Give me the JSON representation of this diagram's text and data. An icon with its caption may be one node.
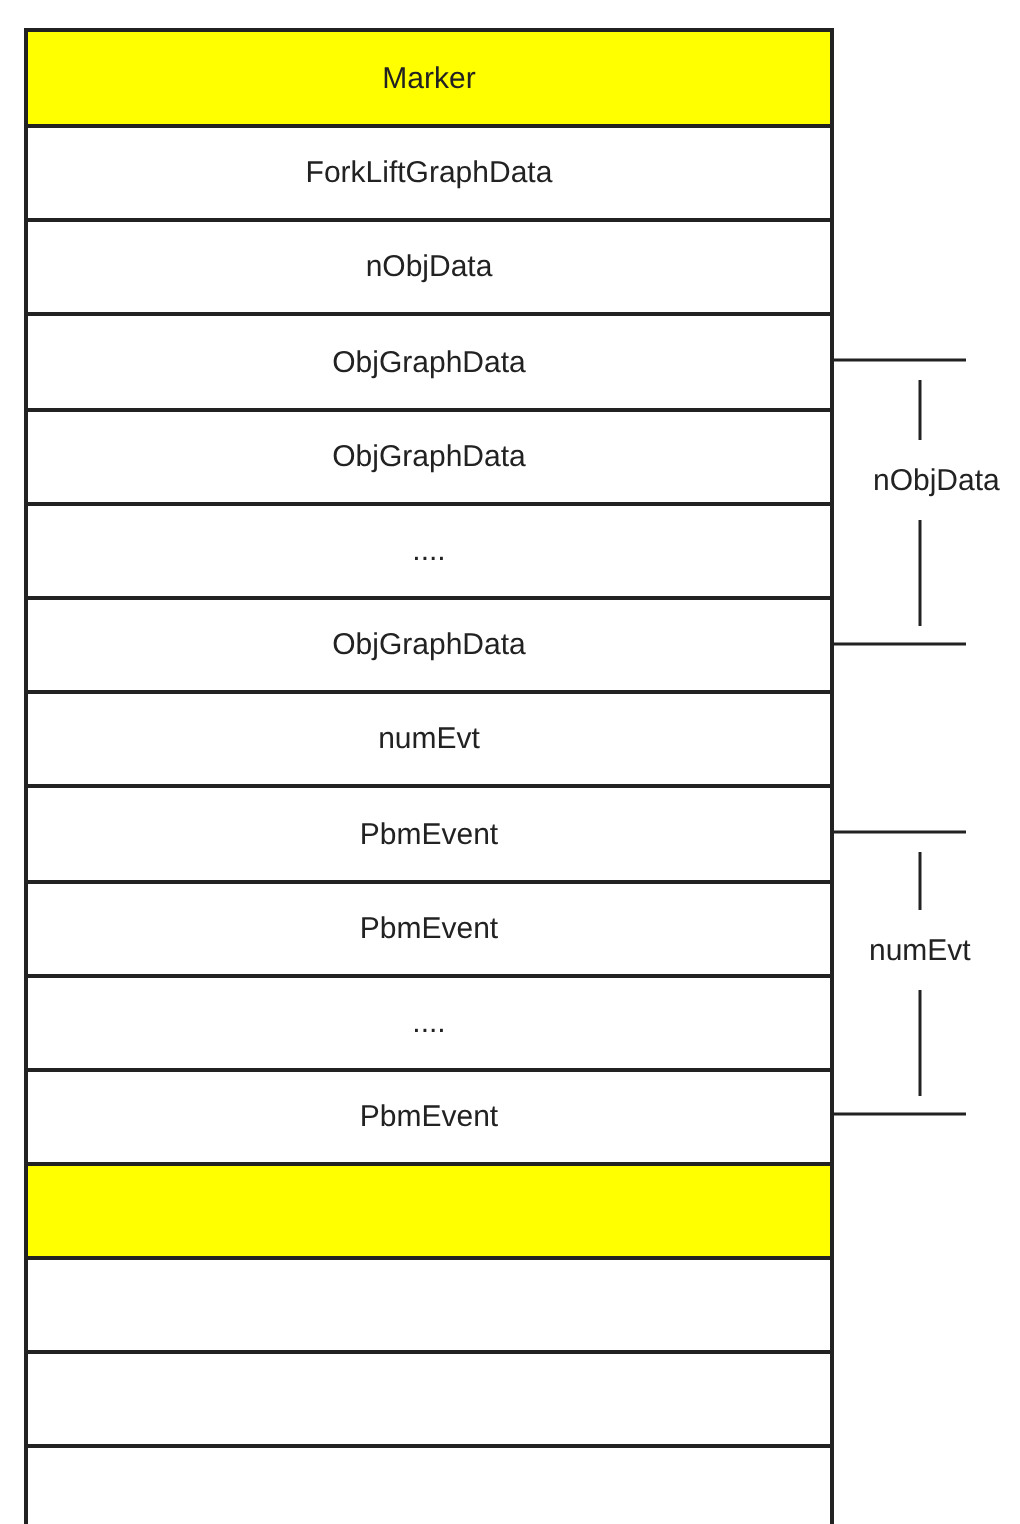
{
  "diagram": {
    "nodes": [
      {
        "text": [
          "Marker"
        ]
      },
      {
        "text": [
          "ForkLiftGraphData"
        ]
      },
      {
        "text": [
          "nObjData"
        ]
      },
      {
        "text": [
          "ObjGraphData"
        ]
      },
      {
        "text": [
          "ObjGraphData"
        ]
      },
      {
        "text": [
          "...."
        ]
      },
      {
        "text": [
          "ObjGraphData"
        ]
      },
      {
        "text": [
          "numEvt"
        ]
      },
      {
        "text": [
          "PbmEvent"
        ]
      },
      {
        "text": [
          "PbmEvent"
        ]
      },
      {
        "text": [
          "...."
        ]
      },
      {
        "text": [
          "PbmEvent"
        ]
      },
      {
        "text": [],
        "shape": "box"
      },
      {
        "text": [],
        "shape": "box"
      },
      {
        "text": [],
        "shape": "box"
      },
      {
        "text": [],
        "shape": "box"
      }
    ],
    "labels": [
      "nObjData",
      "numEvt"
    ]
  }
}
